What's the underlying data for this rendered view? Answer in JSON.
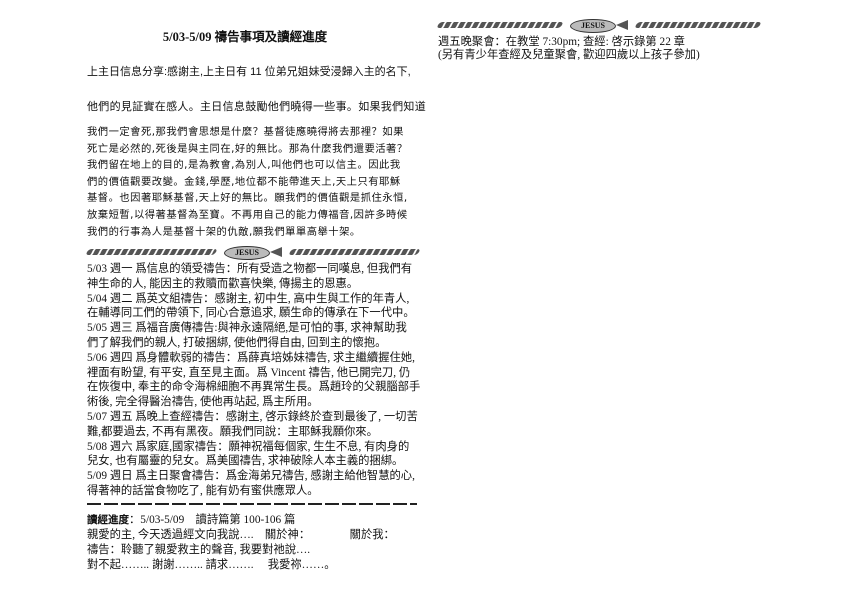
{
  "title": "5/03-5/09 禱告事項及讀經進度",
  "sermon": {
    "line1": "上主日信息分享:感謝主,上主日有 11 位弟兄姐妹受浸歸入主的名下,",
    "line2": "他們的見証實在感人。主日信息鼓勵他們曉得一些事。如果我們知道",
    "lines": [
      "我們一定會死,那我們會思想是什麼？基督徒應曉得將去那裡？如果",
      "死亡是必然的,死後是與主同在,好的無比。那為什麼我們還要活著？",
      "我們留在地上的目的,是為教會,為別人,叫他們也可以信主。因此我",
      "們的價值觀要改變。金錢,學歷,地位都不能帶進天上,天上只有耶穌",
      "基督。也因著耶穌基督,天上好的無比。願我們的價值觀是抓住永恒,",
      "放棄短暫,以得著基督為至寶。不再用自己的能力傳福音,因許多時候",
      "我們的行事為人是基督十架的仇敵,願我們單單高舉十架。"
    ]
  },
  "divider_label": "JESUS",
  "prayers": [
    "5/03 週一 爲信息的領受禱告：所有受造之物都一同嘆息, 但我們有",
    "神生命的人, 能因主的救贖而歡喜快樂, 傳揚主的恩惠。",
    "5/04 週二 爲英文組禱告：感謝主, 初中生, 高中生與工作的年青人,",
    "在輔導同工們的帶領下, 同心合意追求, 願生命的傳承在下一代中。",
    "5/05 週三 爲福音廣傳禱告:與神永遠隔絕,是可怕的事, 求神幫助我",
    "們了解我們的親人, 打破捆綁, 使他們得自由, 回到主的懷抱。",
    "5/06 週四 爲身體軟弱的禱告：爲薛真培姊妹禱告, 求主繼續握住她,",
    "裡面有盼望, 有平安, 直至見主面。爲 Vincent 禱告, 他已開完刀, 仍",
    "在恢復中, 奉主的命令海棉細胞不再異常生長。爲趙玲的父親腦部手",
    "術後, 完全得醫治禱告, 使他再站起, 爲主所用。",
    "5/07 週五 爲晚上查經禱告：感謝主, 啓示錄終於查到最後了, 一切苦",
    "難,都要過去, 不再有黑夜。願我們同說：主耶穌我願你來。",
    "5/08 週六 爲家庭,國家禱告：願神祝福每個家, 生生不息, 有肉身的",
    "兒女, 也有屬靈的兒女。爲美國禱告, 求神破除人本主義的捆綁。",
    "5/09 週日 爲主日聚會禱告：爲金海弟兄禱告, 感謝主給他智慧的心,",
    "得著神的話當食物吃了, 能有奶有蜜供應眾人。"
  ],
  "reading": {
    "label": "讀經進度",
    "line1": "：5/03-5/09　讀詩篇第 100-106 篇",
    "line2": "親愛的主, 今天透過經文向我說….　關於神：　　　　關於我：",
    "line3": "禱告：聆聽了親愛救主的聲音, 我要對祂說….",
    "line4": "對不起…….. 謝謝…….. 請求…….　 我愛祢……。"
  },
  "friday": {
    "line1": "週五晚聚會：在教堂  7:30pm; 查經: 啓示錄第 22 章",
    "line2": "(另有青少年查經及兒童聚會, 歡迎四歲以上孩子參加)"
  }
}
